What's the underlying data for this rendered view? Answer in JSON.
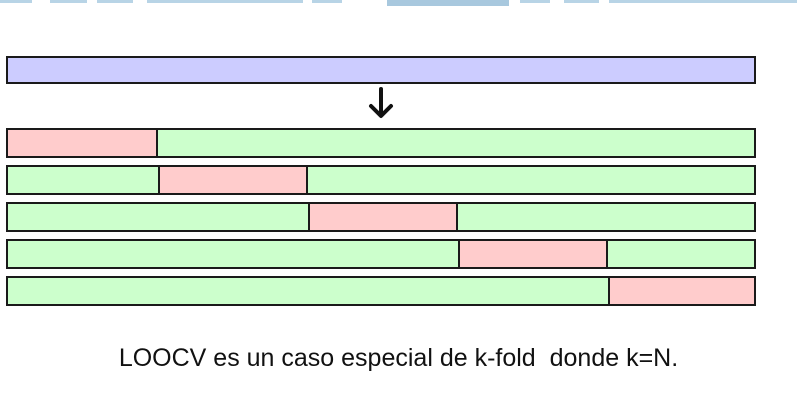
{
  "colors": {
    "full_dataset": "#ccccff",
    "train": "#ccffcc",
    "validation": "#ffcccc",
    "outline": "#1a1a1a",
    "top_strip": "#b8d4e6",
    "top_strip_highlight": "#a8c8de"
  },
  "top_strip": {
    "segments": 9,
    "highlighted_index": 5
  },
  "arrow": {
    "icon": "down-arrow-icon"
  },
  "folds": {
    "count": 5,
    "validation_positions": [
      0,
      1,
      2,
      3,
      4
    ]
  },
  "caption": "LOOCV es un caso especial de k-fold  donde k=N."
}
